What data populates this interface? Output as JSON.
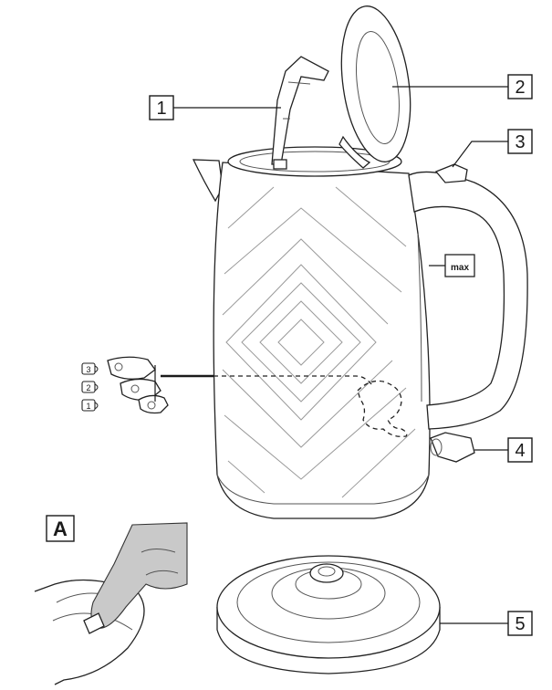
{
  "callouts": [
    {
      "id": "1",
      "label": "1"
    },
    {
      "id": "2",
      "label": "2"
    },
    {
      "id": "3",
      "label": "3"
    },
    {
      "id": "4",
      "label": "4"
    },
    {
      "id": "5",
      "label": "5"
    }
  ],
  "max_marker": "max",
  "cup_levels": [
    "3",
    "2",
    "1"
  ],
  "inset": {
    "label": "A"
  },
  "colors": {
    "line": "#1a1a1a",
    "pattern": "#9a9a9a",
    "shade": "#c9c9c9"
  }
}
